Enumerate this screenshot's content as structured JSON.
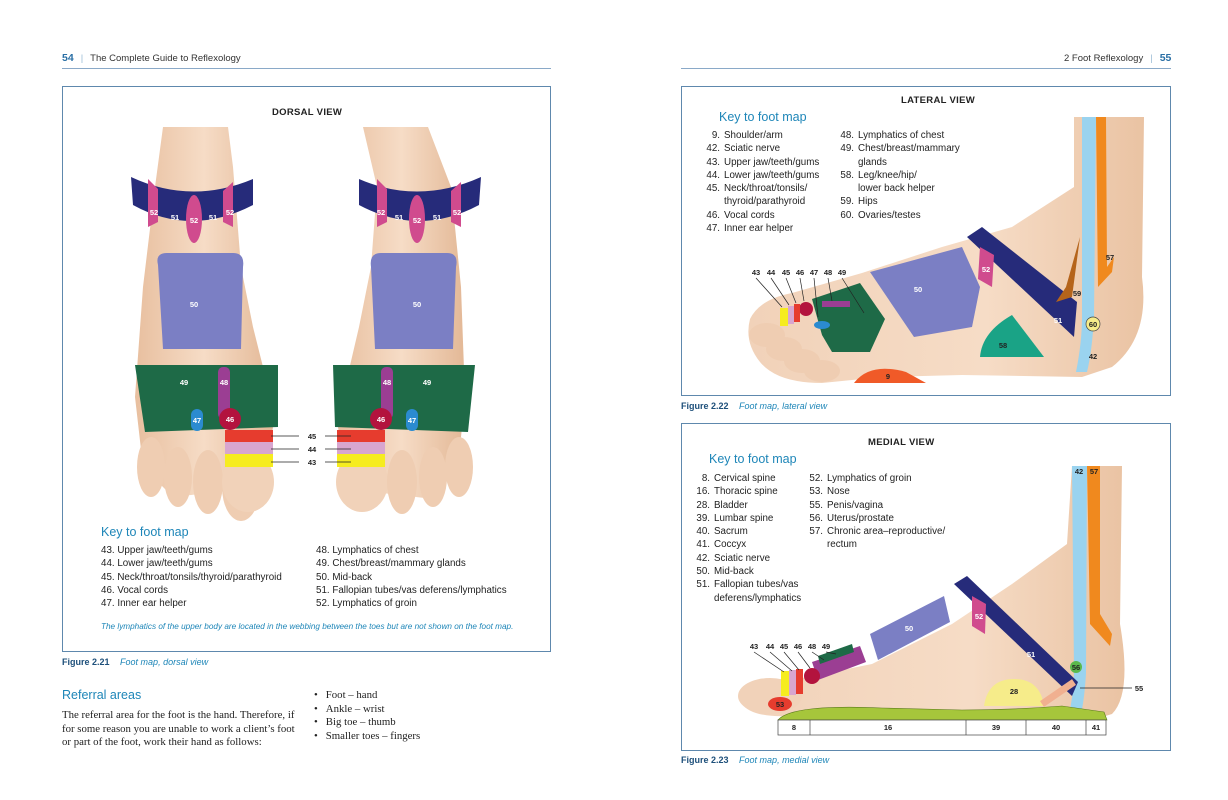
{
  "left_page": {
    "page_number": "54",
    "running_title": "The Complete Guide to Reflexology",
    "dorsal": {
      "view_title": "DORSAL VIEW",
      "key_title": "Key to foot map",
      "key_col1": [
        "43. Upper jaw/teeth/gums",
        "44. Lower jaw/teeth/gums",
        "45. Neck/throat/tonsils/thyroid/parathyroid",
        "46. Vocal cords",
        "47. Inner ear helper"
      ],
      "key_col2": [
        "48. Lymphatics of chest",
        "49. Chest/breast/mammary glands",
        "50. Mid-back",
        "51. Fallopian tubes/vas deferens/lymphatics",
        "52. Lymphatics of groin"
      ],
      "note": "The lymphatics of the upper body are located in the webbing between the toes but are not shown on the foot map.",
      "labels": {
        "n52": "52",
        "n51": "51",
        "n50": "50",
        "n49": "49",
        "n48": "48",
        "n47": "47",
        "n46": "46",
        "n45": "45",
        "n44": "44",
        "n43": "43"
      }
    },
    "caption": {
      "figure": "Figure 2.21",
      "text": "Foot map, dorsal view"
    },
    "referral": {
      "title": "Referral areas",
      "body": "The referral area for the foot is the hand. Therefore, if for some reason you are unable to work a client’s foot or part of the foot, work their hand as follows:",
      "items": [
        "Foot – hand",
        "Ankle – wrist",
        "Big toe – thumb",
        "Smaller toes – fingers"
      ]
    }
  },
  "right_page": {
    "page_number": "55",
    "running_title": "2 Foot Reflexology",
    "lateral": {
      "view_title": "LATERAL VIEW",
      "key_title": "Key to foot map",
      "key_col1": [
        {
          "n": "9.",
          "t": "Shoulder/arm"
        },
        {
          "n": "42.",
          "t": "Sciatic nerve"
        },
        {
          "n": "43.",
          "t": "Upper jaw/teeth/gums"
        },
        {
          "n": "44.",
          "t": "Lower jaw/teeth/gums"
        },
        {
          "n": "45.",
          "t": "Neck/throat/tonsils/",
          "c": "thyroid/parathyroid"
        },
        {
          "n": "46.",
          "t": "Vocal cords"
        },
        {
          "n": "47.",
          "t": "Inner ear helper"
        }
      ],
      "key_col2": [
        {
          "n": "48.",
          "t": "Lymphatics of chest"
        },
        {
          "n": "49.",
          "t": "Chest/breast/mammary",
          "c": "glands"
        },
        {
          "n": "58.",
          "t": "Leg/knee/hip/",
          "c": "lower back helper"
        },
        {
          "n": "59.",
          "t": "Hips"
        },
        {
          "n": "60.",
          "t": "Ovaries/testes"
        }
      ],
      "labels": {
        "top": [
          "43",
          "44",
          "45",
          "46",
          "47",
          "48",
          "49"
        ],
        "n50": "50",
        "n51": "51",
        "n52": "52",
        "n57": "57",
        "n59": "59",
        "n60": "60",
        "n58": "58",
        "n9": "9",
        "n42": "42"
      }
    },
    "lateral_caption": {
      "figure": "Figure 2.22",
      "text": "Foot map, lateral view"
    },
    "medial": {
      "view_title": "MEDIAL VIEW",
      "key_title": "Key to foot map",
      "key_col1": [
        {
          "n": "8.",
          "t": "Cervical spine"
        },
        {
          "n": "16.",
          "t": "Thoracic spine"
        },
        {
          "n": "28.",
          "t": "Bladder"
        },
        {
          "n": "39.",
          "t": "Lumbar spine"
        },
        {
          "n": "40.",
          "t": "Sacrum"
        },
        {
          "n": "41.",
          "t": "Coccyx"
        },
        {
          "n": "42.",
          "t": "Sciatic nerve"
        },
        {
          "n": "50.",
          "t": "Mid-back"
        },
        {
          "n": "51.",
          "t": "Fallopian tubes/vas",
          "c": "deferens/lymphatics"
        }
      ],
      "key_col2": [
        {
          "n": "52.",
          "t": "Lymphatics of groin"
        },
        {
          "n": "53.",
          "t": "Nose"
        },
        {
          "n": "55.",
          "t": "Penis/vagina"
        },
        {
          "n": "56.",
          "t": "Uterus/prostate"
        },
        {
          "n": "57.",
          "t": "Chronic area–reproductive/",
          "c": "rectum"
        }
      ],
      "labels": {
        "top": [
          "43",
          "44",
          "45",
          "46",
          "48",
          "49"
        ],
        "n42": "42",
        "n57": "57",
        "n50": "50",
        "n52": "52",
        "n51": "51",
        "n56": "56",
        "n28": "28",
        "n55": "55",
        "n53": "53",
        "spine": [
          "8",
          "16",
          "39",
          "40",
          "41"
        ]
      }
    },
    "medial_caption": {
      "figure": "Figure 2.23",
      "text": "Foot map, medial view"
    }
  }
}
